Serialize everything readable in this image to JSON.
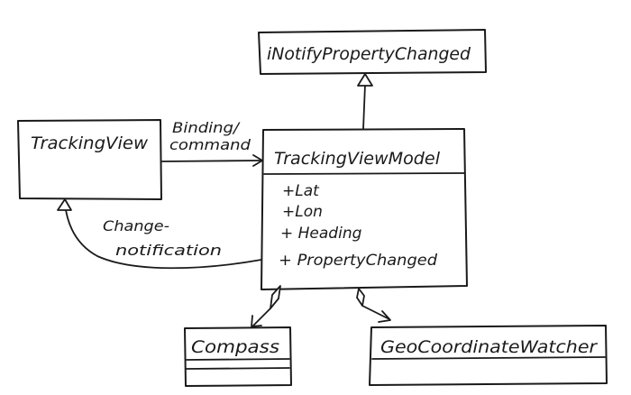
{
  "classes": {
    "inotify": {
      "name": "iNotifyPropertyChanged"
    },
    "tracking_view": {
      "name": "TrackingView"
    },
    "view_model": {
      "name": "TrackingViewModel",
      "members": [
        "+Lat",
        "+Lon",
        "+ Heading",
        "+ PropertyChanged"
      ]
    },
    "compass": {
      "name": "Compass"
    },
    "geo_watcher": {
      "name": "GeoCoordinateWatcher"
    }
  },
  "relations": {
    "binding": {
      "line1": "Binding/",
      "line2": "command"
    },
    "change_notification": {
      "line1": "Change-",
      "line2": "notification"
    }
  }
}
